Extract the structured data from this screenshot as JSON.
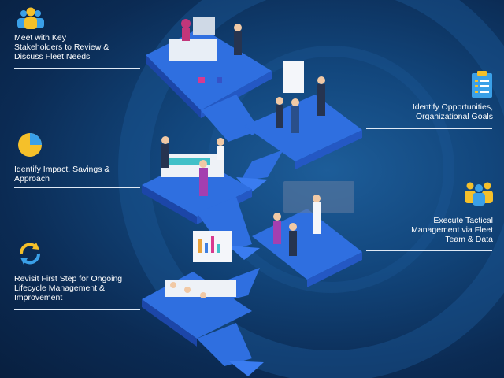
{
  "steps": [
    {
      "lines": [
        "Meet with Key",
        "Stakeholders to Review &",
        "Discuss Fleet Needs"
      ],
      "icon": "team-icon"
    },
    {
      "lines": [
        "Identify Opportunities,",
        "Organizational Goals"
      ],
      "icon": "clipboard-icon"
    },
    {
      "lines": [
        "Identify Impact, Savings &",
        "Approach"
      ],
      "icon": "pie-chart-icon"
    },
    {
      "lines": [
        "Execute Tactical",
        "Management via Fleet",
        "Team & Data"
      ],
      "icon": "group-icon"
    },
    {
      "lines": [
        "Revisit First Step for Ongoing",
        "Lifecycle Management &",
        "Improvement"
      ],
      "icon": "cycle-arrows-icon"
    }
  ],
  "colors": {
    "icon_yellow": "#f5c02a",
    "icon_blue": "#3aa0e8",
    "path_blue": "#2f6fe0",
    "path_dark": "#1c46a8"
  }
}
